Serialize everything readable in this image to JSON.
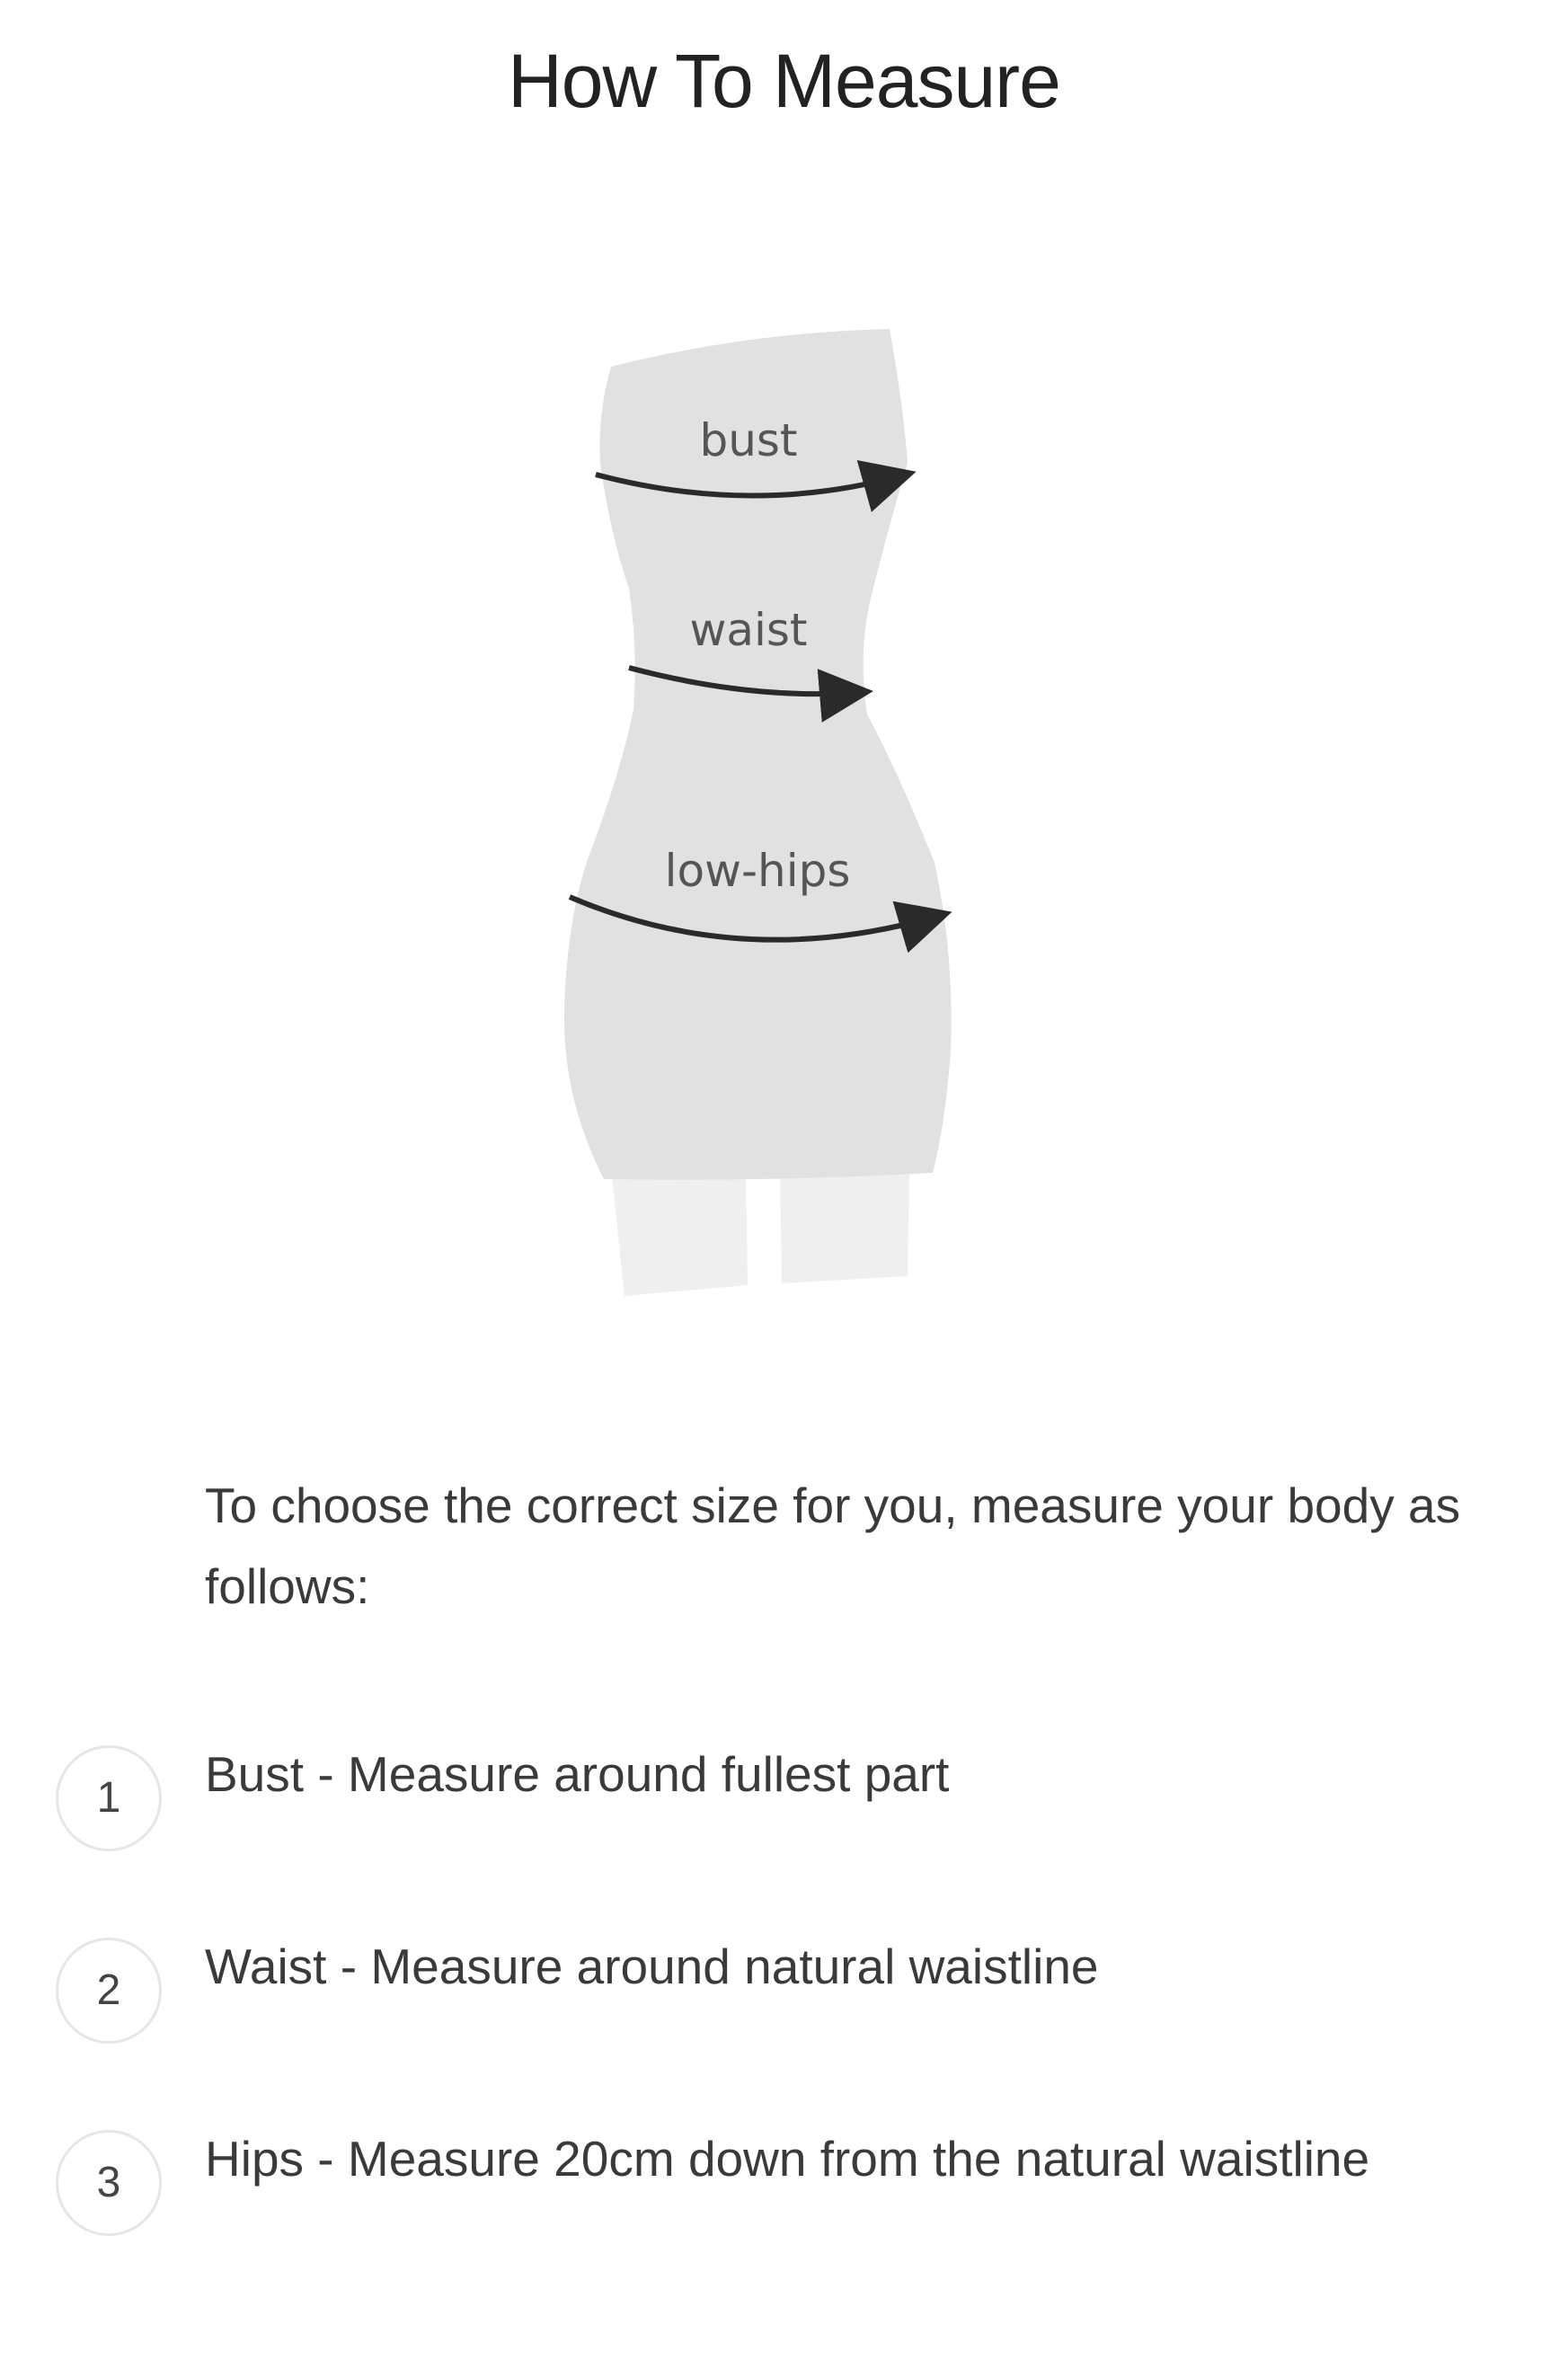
{
  "page": {
    "title": "How To Measure"
  },
  "figure": {
    "labels": {
      "bust": "bust",
      "waist": "waist",
      "hips": "low-hips"
    },
    "colors": {
      "body": "#e1e1e1",
      "legs": "#efefef",
      "arrow": "#2a2a2a"
    }
  },
  "intro": "To choose the correct size for you, measure your body as follows:",
  "steps": [
    {
      "number": "1",
      "text": "Bust - Measure around fullest part"
    },
    {
      "number": "2",
      "text": "Waist - Measure around natural waistline"
    },
    {
      "number": "3",
      "text": "Hips - Measure 20cm down from the natural waistline"
    }
  ]
}
